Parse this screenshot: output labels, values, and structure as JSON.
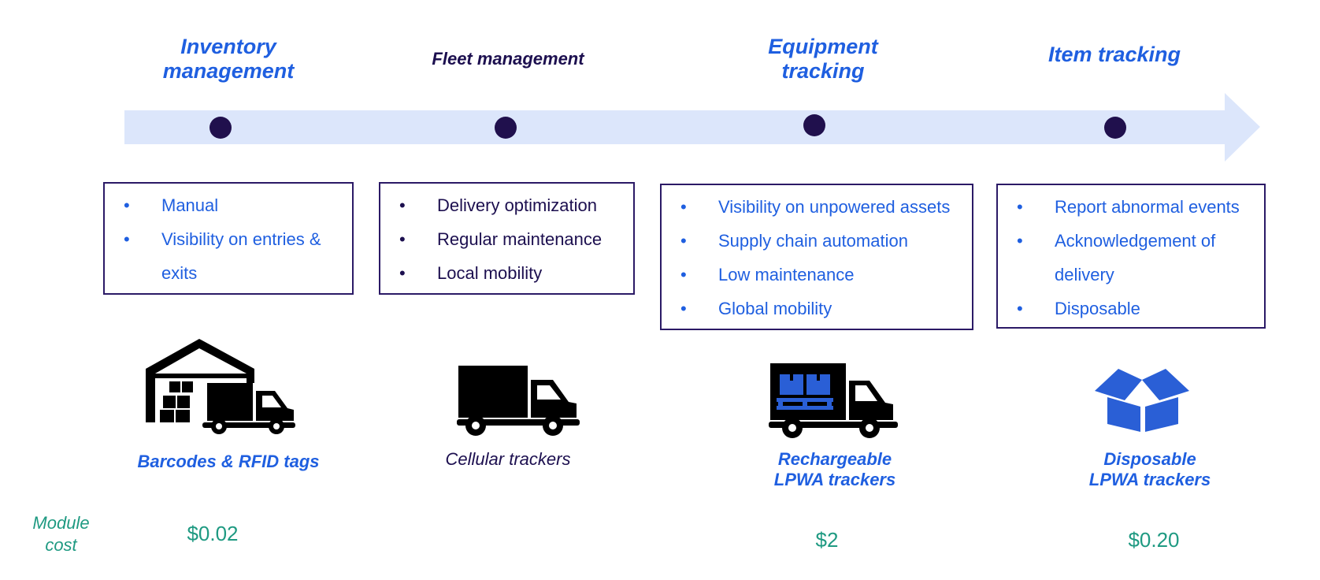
{
  "stages": [
    {
      "title": "Inventory management",
      "bullets": [
        "Manual",
        "Visibility on entries & exits"
      ],
      "technology": "Barcodes & RFID tags",
      "cost": "$0.02"
    },
    {
      "title": "Fleet management",
      "bullets": [
        "Delivery optimization",
        "Regular maintenance",
        "Local mobility"
      ],
      "technology": "Cellular trackers",
      "cost": ""
    },
    {
      "title": "Equipment tracking",
      "bullets": [
        "Visibility on unpowered assets",
        "Supply chain automation",
        "Low maintenance",
        "Global mobility"
      ],
      "technology": "Rechargeable LPWA trackers",
      "cost": "$2"
    },
    {
      "title": "Item tracking",
      "bullets": [
        "Report abnormal events",
        "Acknowledgement of delivery",
        "Disposable"
      ],
      "technology": "Disposable LPWA trackers",
      "cost": "$0.20"
    }
  ],
  "cost_label": "Module cost",
  "bullet_char": "•",
  "icons": [
    "warehouse-truck-icon",
    "truck-icon",
    "loaded-truck-icon",
    "open-box-icon"
  ],
  "colors": {
    "accent_blue": "#1f5fe0",
    "navy": "#1c0f4f",
    "timeline_arrow": "#dce6fb",
    "cost_teal": "#1f9a82"
  }
}
